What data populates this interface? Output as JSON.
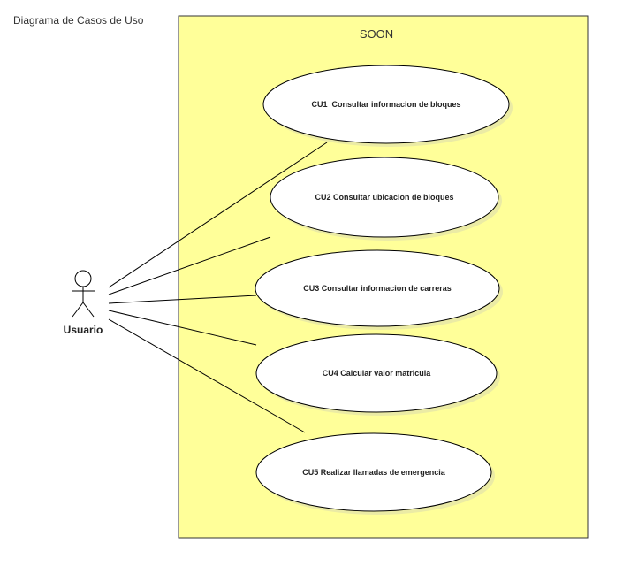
{
  "diagram": {
    "title": "Diagrama de Casos de Uso"
  },
  "system": {
    "name": "SOON",
    "fill_color": "#ffff99"
  },
  "actor": {
    "name": "Usuario"
  },
  "use_cases": [
    {
      "label": "CU1  Consultar informacion de bloques"
    },
    {
      "label": "CU2 Consultar ubicacion de bloques"
    },
    {
      "label": "CU3 Consultar informacion de carreras"
    },
    {
      "label": "CU4 Calcular valor matricula"
    },
    {
      "label": "CU5 Realizar llamadas de emergencia"
    }
  ]
}
